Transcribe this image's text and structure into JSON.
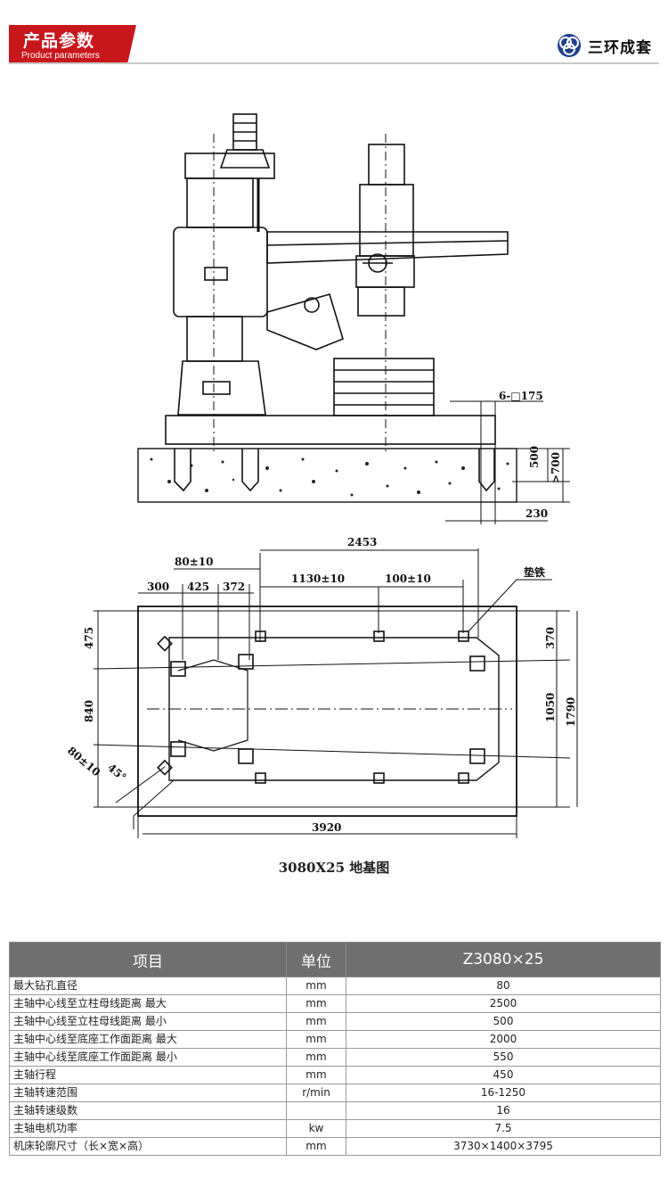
{
  "header": {
    "title_cn": "产品参数",
    "title_en": "Product parameters",
    "brand_name": "三环成套",
    "accent": "#c8161d"
  },
  "drawing": {
    "labels": {
      "d175": "6-□175",
      "d500": "500",
      "d700": ">700",
      "d230": "230",
      "d2453": "2453",
      "d80a": "80±10",
      "d1130": "1130±10",
      "d100": "100±10",
      "shim": "垫铁",
      "d300": "300",
      "d425": "425",
      "d372": "372",
      "d475": "475",
      "d840": "840",
      "d370": "370",
      "d1050": "1050",
      "d1790": "1790",
      "d80b": "80±10",
      "d45": "45°",
      "d3920": "3920"
    },
    "caption": "3080X25 地基图"
  },
  "spec_table": {
    "headers": [
      "项目",
      "单位",
      "Z3080×25"
    ],
    "rows": [
      [
        "最大钻孔直径",
        "mm",
        "80"
      ],
      [
        "主轴中心线至立柱母线距离 最大",
        "mm",
        "2500"
      ],
      [
        "主轴中心线至立柱母线距离 最小",
        "mm",
        "500"
      ],
      [
        "主轴中心线至底座工作面距离 最大",
        "mm",
        "2000"
      ],
      [
        "主轴中心线至底座工作面距离 最小",
        "mm",
        "550"
      ],
      [
        "主轴行程",
        "mm",
        "450"
      ],
      [
        "主轴转速范围",
        "r/min",
        "16-1250"
      ],
      [
        "主轴转速级数",
        "",
        "16"
      ],
      [
        "主轴电机功率",
        "kw",
        "7.5"
      ],
      [
        "机床轮廓尺寸（长×宽×高）",
        "mm",
        "3730×1400×3795"
      ]
    ]
  }
}
